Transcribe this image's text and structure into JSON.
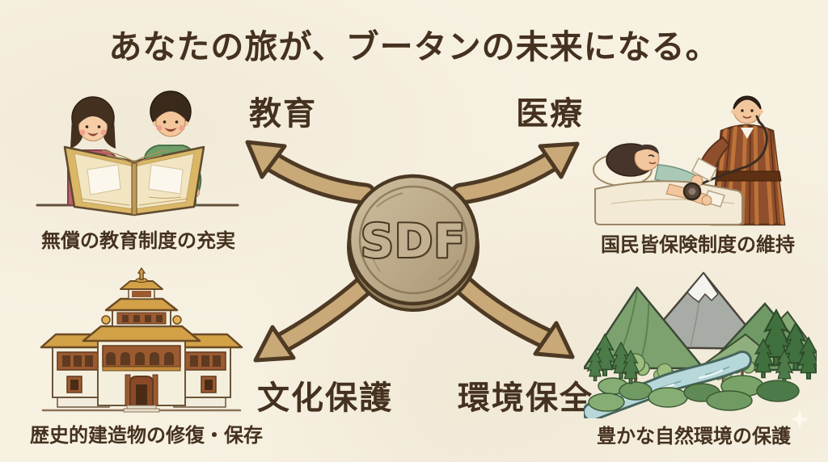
{
  "title": "あなたの旅が、ブータンの未来になる。",
  "coin": {
    "label": "SDF",
    "icon": "sdf-coin"
  },
  "categories": [
    {
      "id": "education",
      "label": "教育",
      "caption": "無償の教育制度の充実",
      "illustration": "children-reading-book"
    },
    {
      "id": "medical",
      "label": "医療",
      "caption": "国民皆保険制度の維持",
      "illustration": "doctor-examining-patient"
    },
    {
      "id": "culture",
      "label": "文化保護",
      "caption": "歴史的建造物の修復・保存",
      "illustration": "bhutanese-dzong-building"
    },
    {
      "id": "environment",
      "label": "環境保全",
      "caption": "豊かな自然環境の保護",
      "illustration": "mountain-river-landscape"
    }
  ],
  "colors": {
    "background": "#f7f1e2",
    "text": "#45311f",
    "arrow_fill": "#c8a977",
    "arrow_outline": "#4e3a24",
    "coin_fill": "#bdab8b",
    "coin_outline": "#4a3823"
  }
}
